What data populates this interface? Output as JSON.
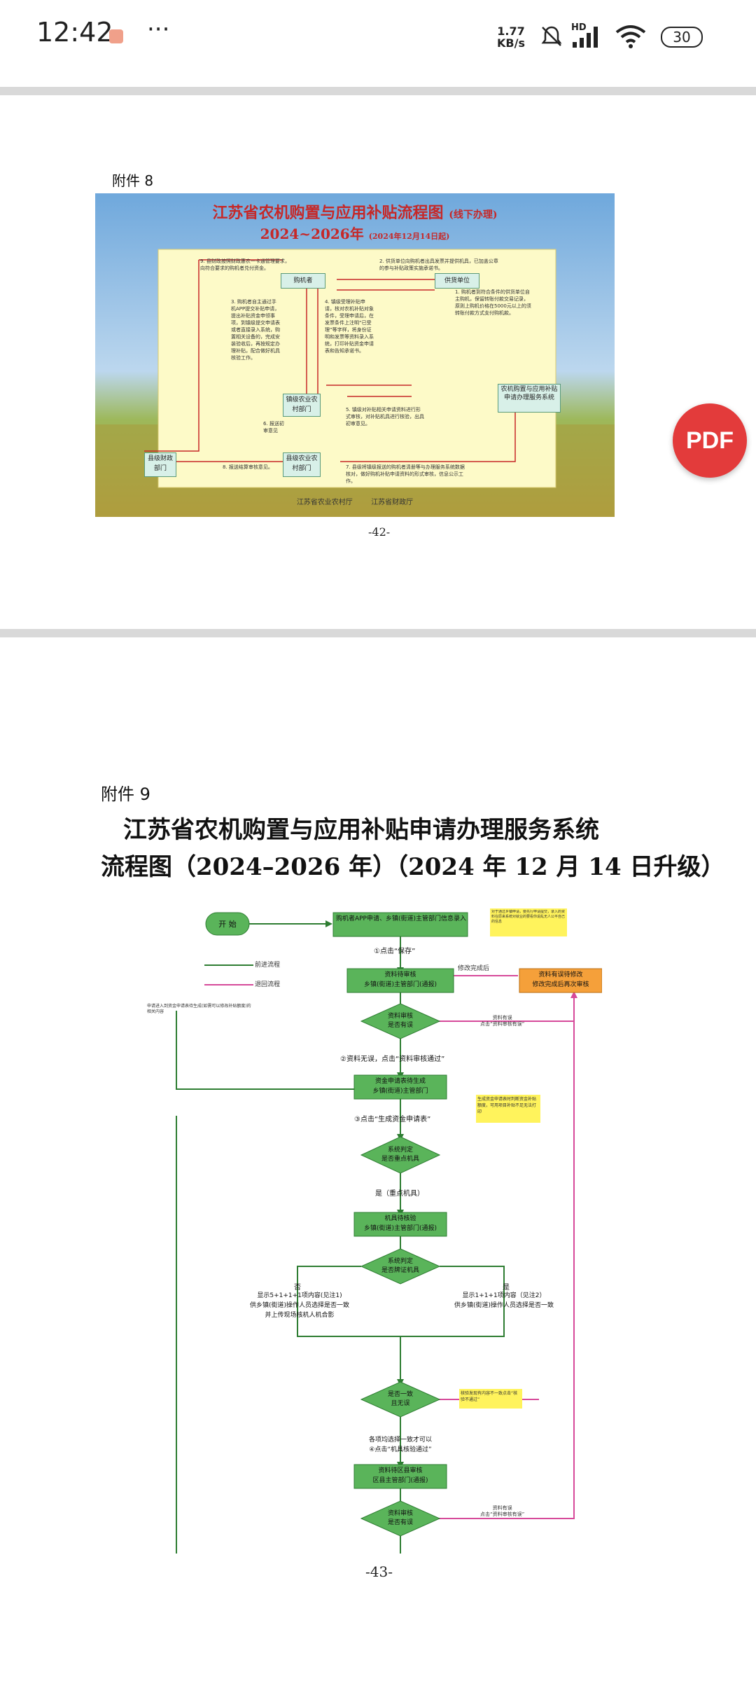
{
  "status_bar": {
    "time": "12:42",
    "more": "···",
    "speed_value": "1.77",
    "speed_unit": "KB/s",
    "signal_label": "HD",
    "battery": "30"
  },
  "page1": {
    "attachment_label": "附件 8",
    "poster": {
      "title": "江苏省农机购置与应用补贴流程图",
      "title_note": "(线下办理)",
      "subtitle": "2024~2026年",
      "subtitle_note": "(2024年12月14日起)",
      "nodes": {
        "buyer": "购机者",
        "supplier": "供货单位",
        "township": "镇级农业农村部门",
        "county_ag": "县级农业农村部门",
        "county_finance": "县级财政部门",
        "system": "农机购置与应用补贴申请办理服务系统"
      },
      "steps": {
        "s1": "1. 购机者到符合条件的供货单位自主购机，保留转账付款交易记录，原则上购机价格在5000元以上的须转账付款方式支付购机款。",
        "s2": "2. 供货单位向购机者出具发票并提供机具，已加盖公章的参与补贴政策实施承诺书。",
        "s3": "3. 购机者自主通过手机APP提交补贴申请，提出补贴资金申领事项，到镇级提交申请表或者直接录入系统，购置相关设备的，完成安装验收后，再按规定办理补贴，配合做好机具核验工作。",
        "s4": "4. 镇级受理补贴申请，核对农机补贴对象条件，受理申请后，在发票条件上注明“已受理”等字样，将身份证明和发票等资料录入系统，打印补贴资金申请表和告知承诺书。",
        "s5": "5. 镇级对补贴相关申请资料进行形式审核，对补贴机具进行核验，出具初审意见。",
        "s6": "6. 报送初审意见",
        "s7": "7. 县级将镇级报送的购机者清册等与办理服务系统数据核对，做好购机补贴申请资料的形式审核，信息公示工作。",
        "s8": "8. 报送结算审核意见。",
        "s9": "9. 县财政按照财政惠农一卡通管理要求，向符合要求的购机者兑付资金。"
      },
      "footer_left": "江苏省农业农村厅",
      "footer_right": "江苏省财政厅"
    },
    "page_number": "-42-"
  },
  "page2": {
    "attachment_label": "附件 9",
    "title_line1": "江苏省农机购置与应用补贴申请办理服务系统",
    "title_line2": "流程图（2024–2026 年）（2024 年 12 月 14 日升级）",
    "flow": {
      "start": "开  始",
      "entry": "购机者APP申请、乡镇(街道)主管部门信息录入",
      "note_top": "对于通过乡镇申请，要先行申请提交，录入的资料在原来系统对就业的要看你说乱无人公平自己的信息",
      "legend_forward": "前进流程",
      "legend_back": "退回流程",
      "step_save": "①点击“保存”",
      "pending_review": "资料待审核",
      "pending_review_sub": "乡镇(街道)主管部门(通报)",
      "modify_done": "修改完成后",
      "has_error_fix": "资料有误待修改",
      "has_error_fix_sub": "修改完成后再次审核",
      "check1": "资料审核",
      "check1b": "是否有误",
      "error_note1": "资料有误",
      "error_note1b": "点击“资料审核有误”",
      "left_note": "申请进入到资金申请表待生成(如需可以修改补贴额度)的相关内容",
      "step2": "②资料无误，点击“资料审核通过”",
      "fund_pending": "资金申请表待生成",
      "fund_pending_sub": "乡镇(街道)主管部门",
      "note_fund": "生成资金申请表时判断资金补贴额度，可用项目补贴不足无法打印",
      "step3": "③点击“生成资金申请表”",
      "sys_judge1": "系统判定",
      "sys_judge1b": "是否重点机具",
      "yes_key": "是（重点机具）",
      "verify_pending": "机具待核验",
      "verify_pending_sub": "乡镇(街道)主管部门(通报)",
      "sys_judge2": "系统判定",
      "sys_judge2b": "是否牌证机具",
      "no_label": "否",
      "left_branch": "显示5+1+1+1项内容(见注1)",
      "left_branch2": "供乡镇(街道)操作人员选择是否一致",
      "left_branch3": "并上传现场核机人机合影",
      "yes_label": "是",
      "right_branch": "显示1+1+1项内容（见注2）",
      "right_branch2": "供乡镇(街道)操作人员选择是否一致",
      "consistent": "是否一致",
      "consistent_b": "且无误",
      "note_consistent": "核验发现有内容不一致点击“核验不通过”",
      "all_consistent": "各项均选择一致才可以",
      "step4": "④点击“机具核验通过”",
      "county_pending": "资料待区县审核",
      "county_pending_sub": "区县主管部门(通报)",
      "check2": "资料审核",
      "check2b": "是否有误",
      "error_note2": "资料有误",
      "error_note2b": "点击“资料审核有误”"
    },
    "page_number": "-43-"
  },
  "pdf_button": "PDF",
  "colors": {
    "flow_green": "#5ab45a",
    "flow_dark_green": "#2e7d32",
    "back_magenta": "#d64a9a",
    "orange": "#f5a03a",
    "note_yellow": "#fff35c",
    "poster_cream": "#fdfac8",
    "poster_red": "#c62828",
    "pdf_red": "#e33b3b"
  }
}
